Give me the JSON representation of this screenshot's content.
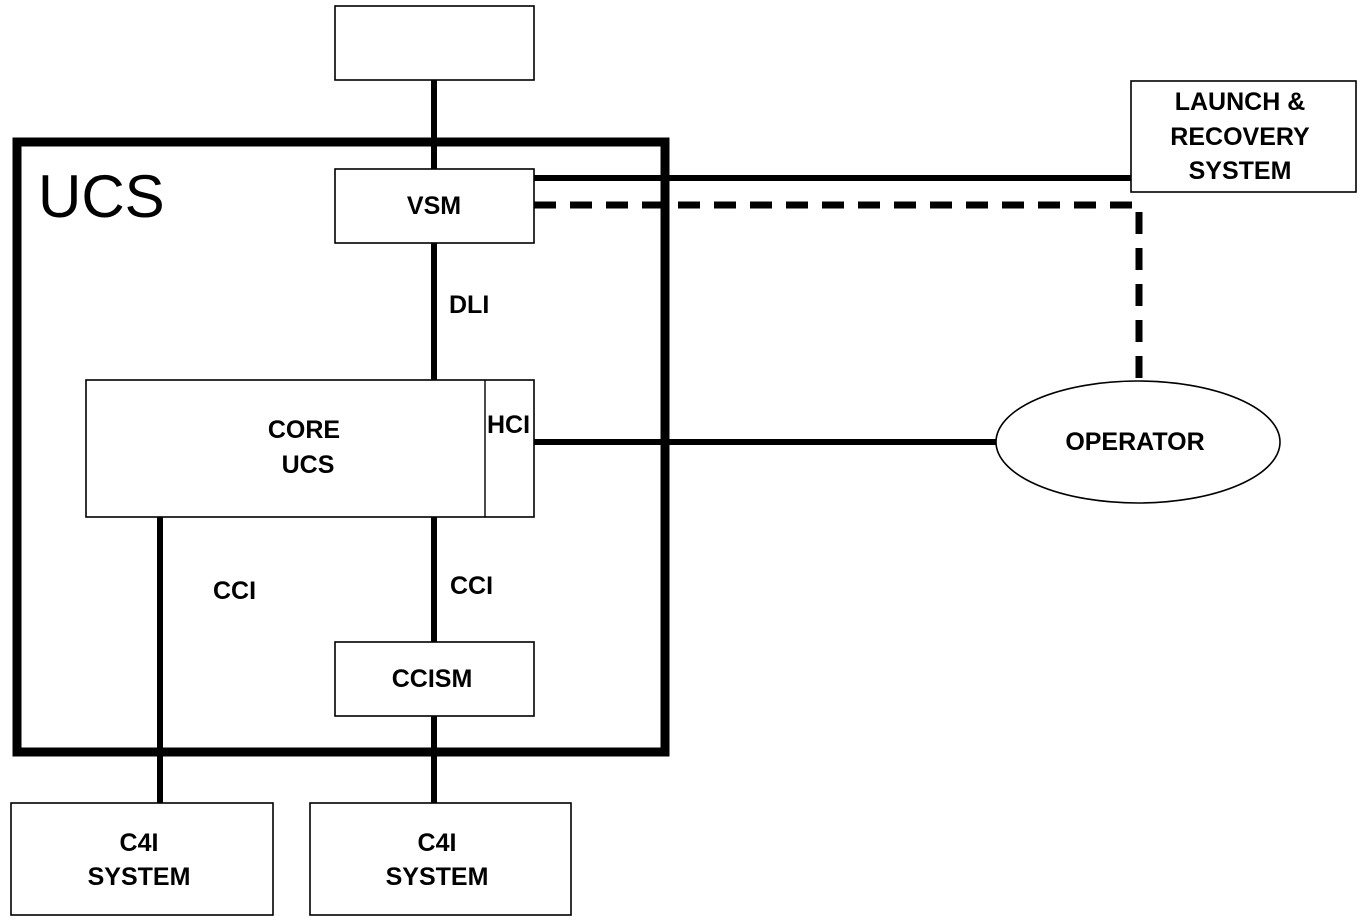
{
  "diagram": {
    "frame_label": "UCS",
    "nodes": {
      "top_box": {
        "label": ""
      },
      "vsm": {
        "label": "VSM"
      },
      "launch_recovery": {
        "lines": [
          "LAUNCH &",
          "RECOVERY",
          "SYSTEM"
        ]
      },
      "core_ucs": {
        "lines": [
          "CORE",
          "UCS"
        ]
      },
      "hci": {
        "label": "HCI"
      },
      "operator": {
        "label": "OPERATOR"
      },
      "ccism": {
        "label": "CCISM"
      },
      "c4i_left": {
        "lines": [
          "C4I",
          "SYSTEM"
        ]
      },
      "c4i_right": {
        "lines": [
          "C4I",
          "SYSTEM"
        ]
      }
    },
    "edge_labels": {
      "dli": "DLI",
      "cci_left": "CCI",
      "cci_right": "CCI"
    },
    "edges": [
      {
        "from": "top_box",
        "to": "vsm",
        "style": "solid"
      },
      {
        "from": "vsm",
        "to": "launch_recovery",
        "style": "solid"
      },
      {
        "from": "vsm",
        "to": "operator",
        "style": "dashed"
      },
      {
        "from": "vsm",
        "to": "core_ucs",
        "style": "solid",
        "label": "DLI"
      },
      {
        "from": "hci",
        "to": "operator",
        "style": "solid"
      },
      {
        "from": "core_ucs",
        "to": "c4i_left",
        "style": "solid",
        "label": "CCI"
      },
      {
        "from": "core_ucs",
        "to": "ccism",
        "style": "solid",
        "label": "CCI"
      },
      {
        "from": "ccism",
        "to": "c4i_right",
        "style": "solid"
      }
    ]
  }
}
